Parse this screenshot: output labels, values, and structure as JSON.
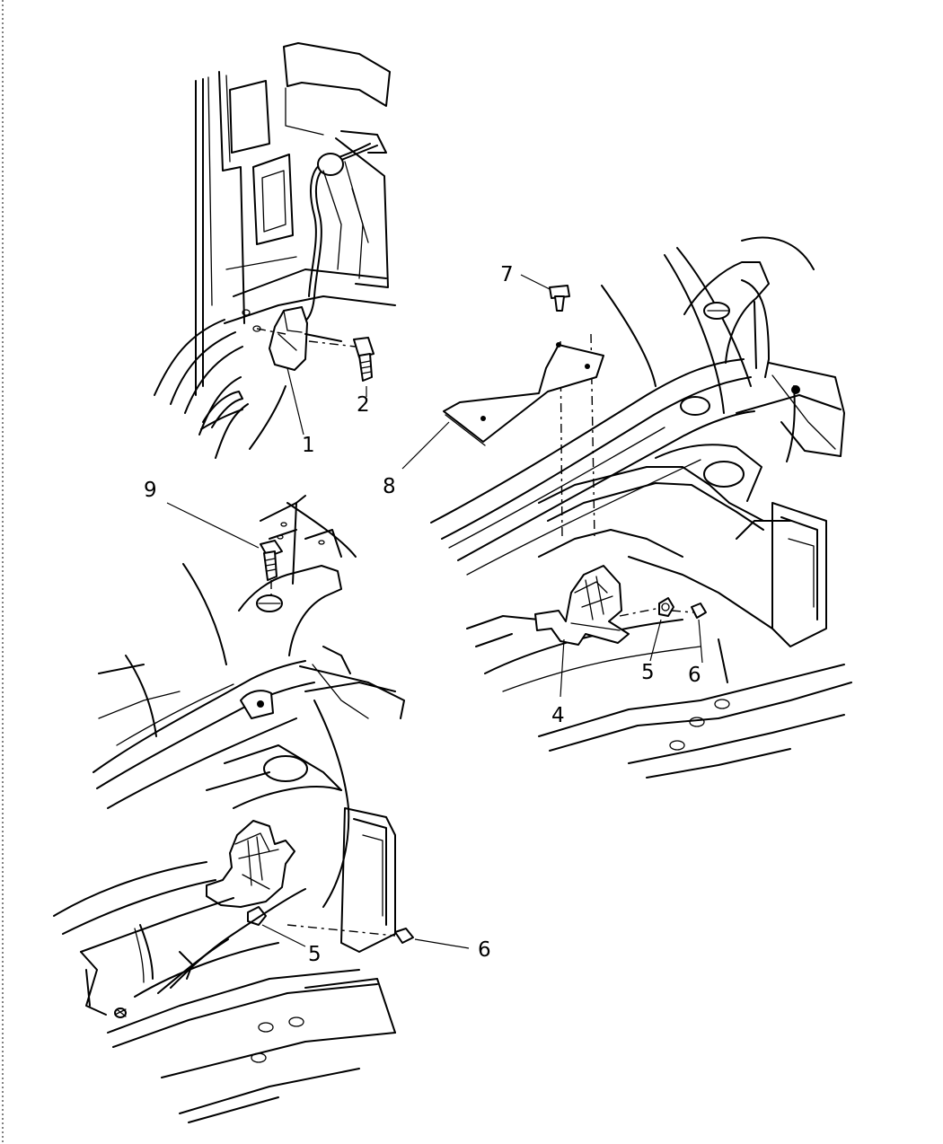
{
  "callouts": {
    "c1": "1",
    "c2": "2",
    "c4": "4",
    "c5a": "5",
    "c6a": "6",
    "c7": "7",
    "c8": "8",
    "c9": "9",
    "c5b": "5",
    "c6b": "6"
  }
}
